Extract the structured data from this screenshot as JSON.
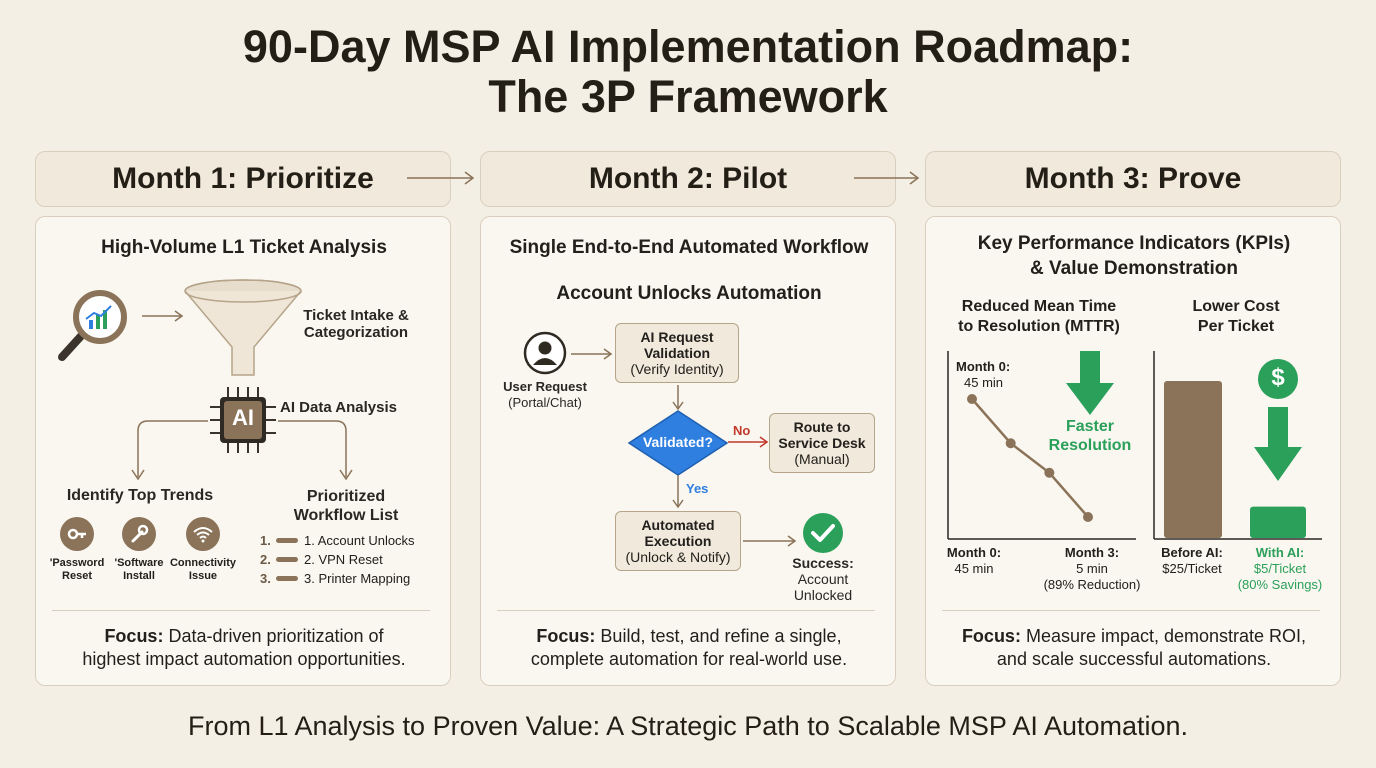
{
  "title": {
    "line1": "90-Day MSP AI Implementation Roadmap:",
    "line2": "The 3P Framework"
  },
  "months": [
    {
      "label": "Month 1: Prioritize"
    },
    {
      "label": "Month 2: Pilot"
    },
    {
      "label": "Month 3: Prove"
    }
  ],
  "m1": {
    "heading": "High-Volume L1 Ticket Analysis",
    "intake": "Ticket Intake &",
    "intake2": "Categorization",
    "ai_chip": "AI",
    "ai_analysis": "AI Data Analysis",
    "trends_title": "Identify Top Trends",
    "trends": [
      {
        "label1": "'Password",
        "label2": "Reset",
        "icon": "key-icon"
      },
      {
        "label1": "'Software",
        "label2": "Install",
        "icon": "wrench-icon"
      },
      {
        "label1": "Connectivity",
        "label2": "Issue",
        "icon": "wifi-icon"
      }
    ],
    "list_title1": "Prioritized",
    "list_title2": "Workflow List",
    "list": [
      {
        "num": "1.",
        "text": "1. Account Unlocks"
      },
      {
        "num": "2.",
        "text": "2. VPN Reset"
      },
      {
        "num": "3.",
        "text": "3. Printer Mapping"
      }
    ],
    "focus_label": "Focus:",
    "focus_text1": " Data-driven prioritization of",
    "focus_text2": "highest impact automation opportunities."
  },
  "m2": {
    "heading": "Single End-to-End Automated Workflow",
    "subheading": "Account Unlocks Automation",
    "user1": "User Request",
    "user2": "(Portal/Chat)",
    "validation1": "AI Request",
    "validation2": "Validation",
    "validation3": "(Verify Identity)",
    "decision": "Validated?",
    "no": "No",
    "yes": "Yes",
    "route1": "Route to",
    "route2": "Service Desk",
    "route3": "(Manual)",
    "exec1": "Automated",
    "exec2": "Execution",
    "exec3": "(Unlock & Notify)",
    "success1": "Success:",
    "success2": "Account",
    "success3": "Unlocked",
    "focus_label": "Focus:",
    "focus_text1": " Build, test, and refine a single,",
    "focus_text2": "complete automation for real-world use."
  },
  "m3": {
    "heading1": "Key Performance Indicators (KPIs)",
    "heading2": "& Value Demonstration",
    "mttr_title1": "Reduced Mean Time",
    "mttr_title2": "to Resolution (MTTR)",
    "mttr_start_label": "Month 0:",
    "mttr_start_value": "45 min",
    "faster1": "Faster",
    "faster2": "Resolution",
    "mttr_axis_left1": "Month 0:",
    "mttr_axis_left2": "45 min",
    "mttr_axis_right1": "Month 3:",
    "mttr_axis_right2": "5 min",
    "mttr_axis_right3": "(89% Reduction)",
    "cost_title1": "Lower Cost",
    "cost_title2": "Per Ticket",
    "dollar": "$",
    "before1": "Before AI:",
    "before2": "$25/Ticket",
    "after1": "With AI:",
    "after2": "$5/Ticket",
    "after3": "(80% Savings)",
    "focus_label": "Focus:",
    "focus_text1": " Measure impact, demonstrate ROI,",
    "focus_text2": "and scale successful automations."
  },
  "chart_data": [
    {
      "type": "line",
      "title": "Reduced Mean Time to Resolution (MTTR)",
      "series": [
        {
          "values": [
            45,
            30,
            20,
            5
          ]
        }
      ],
      "x": [
        "Month 0",
        "",
        "",
        "Month 3"
      ]
    },
    {
      "type": "bar",
      "title": "Lower Cost Per Ticket",
      "categories": [
        "Before AI",
        "With AI"
      ],
      "values": [
        25,
        5
      ]
    }
  ],
  "footer": "From L1 Analysis to Proven Value: A Strategic Path to Scalable MSP AI Automation.",
  "colors": {
    "brown": "#8a7358",
    "green": "#2aa05a",
    "blue": "#2f7fe0",
    "red": "#c0392b"
  }
}
